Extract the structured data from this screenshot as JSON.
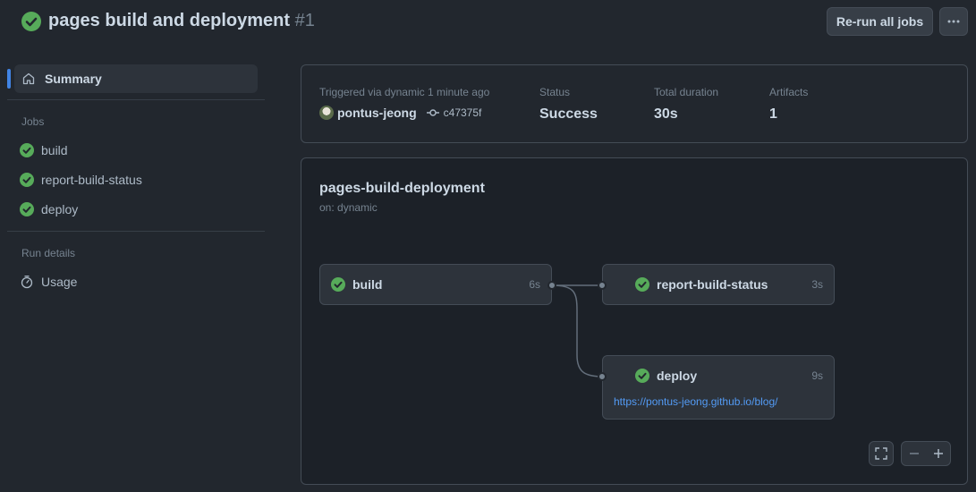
{
  "header": {
    "title": "pages build and deployment",
    "run_number": "#1",
    "rerun_label": "Re-run all jobs",
    "more_icon": "kebab-horizontal-icon"
  },
  "sidebar": {
    "summary_label": "Summary",
    "jobs_heading": "Jobs",
    "jobs": [
      {
        "label": "build",
        "status": "success"
      },
      {
        "label": "report-build-status",
        "status": "success"
      },
      {
        "label": "deploy",
        "status": "success"
      }
    ],
    "run_details_heading": "Run details",
    "usage_label": "Usage"
  },
  "summary": {
    "trigger_label": "Triggered via dynamic 1 minute ago",
    "actor": "pontus-jeong",
    "commit": "c47375f",
    "status_label": "Status",
    "status_value": "Success",
    "duration_label": "Total duration",
    "duration_value": "30s",
    "artifacts_label": "Artifacts",
    "artifacts_value": "1"
  },
  "workflow": {
    "name": "pages-build-deployment",
    "trigger": "on: dynamic",
    "jobs": [
      {
        "name": "build",
        "duration": "6s",
        "status": "success"
      },
      {
        "name": "report-build-status",
        "duration": "3s",
        "status": "success"
      },
      {
        "name": "deploy",
        "duration": "9s",
        "status": "success",
        "link": "https://pontus-jeong.github.io/blog/"
      }
    ]
  },
  "colors": {
    "success": "#57ab5a",
    "accent": "#4184e4",
    "link": "#539bf5"
  }
}
